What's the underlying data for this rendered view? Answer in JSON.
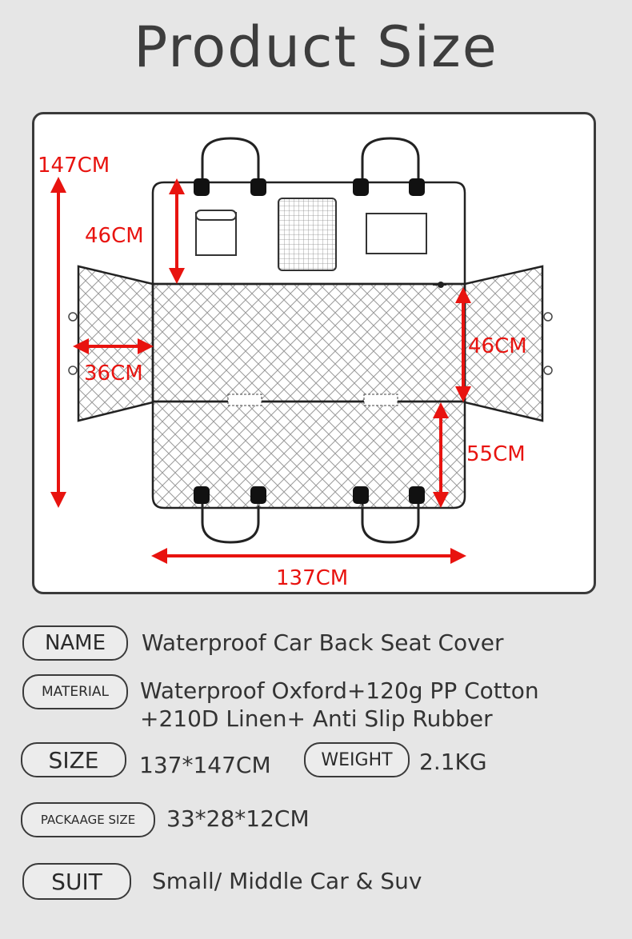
{
  "title": "Product Size",
  "colors": {
    "dimension": "#e8130f",
    "outline": "#222222",
    "background": "#e6e6e6"
  },
  "dimensions": {
    "total_height": "147CM",
    "top_flap": "46CM",
    "seat_back": "46CM",
    "side_flap": "36CM",
    "seat_bottom": "55CM",
    "width": "137CM"
  },
  "specs": {
    "name": {
      "label": "NAME",
      "value": "Waterproof Car Back Seat Cover"
    },
    "material": {
      "label": "MATERIAL",
      "value_line1": "Waterproof Oxford+120g PP Cotton",
      "value_line2": "+210D Linen+ Anti Slip Rubber"
    },
    "size": {
      "label": "SIZE",
      "value": "137*147CM"
    },
    "weight": {
      "label": "WEIGHT",
      "value": "2.1KG"
    },
    "package_size": {
      "label": "PACKAAGE SIZE",
      "value": "33*28*12CM"
    },
    "suit": {
      "label": "SUIT",
      "value": "Small/ Middle Car & Suv"
    }
  }
}
